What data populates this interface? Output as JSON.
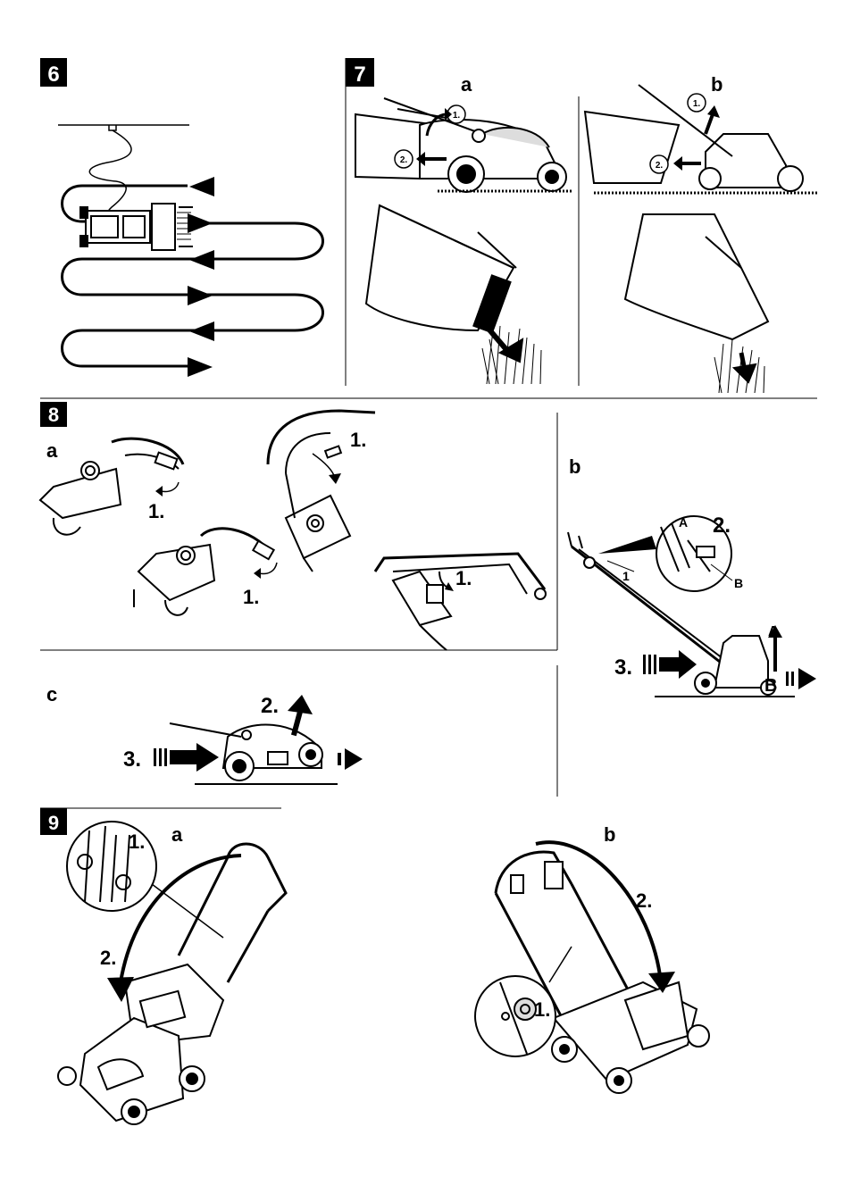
{
  "sections": {
    "s6": {
      "number": "6"
    },
    "s7": {
      "number": "7",
      "a": "a",
      "b": "b",
      "step1": "1.",
      "step2": "2."
    },
    "s8": {
      "number": "8",
      "a": "a",
      "b": "b",
      "c": "c",
      "step1": "1.",
      "step2": "2.",
      "step3": "3.",
      "label_A": "A",
      "label_B": "B",
      "label_1": "1"
    },
    "s9": {
      "number": "9",
      "a": "a",
      "b": "b",
      "step1": "1.",
      "step2": "2."
    }
  }
}
